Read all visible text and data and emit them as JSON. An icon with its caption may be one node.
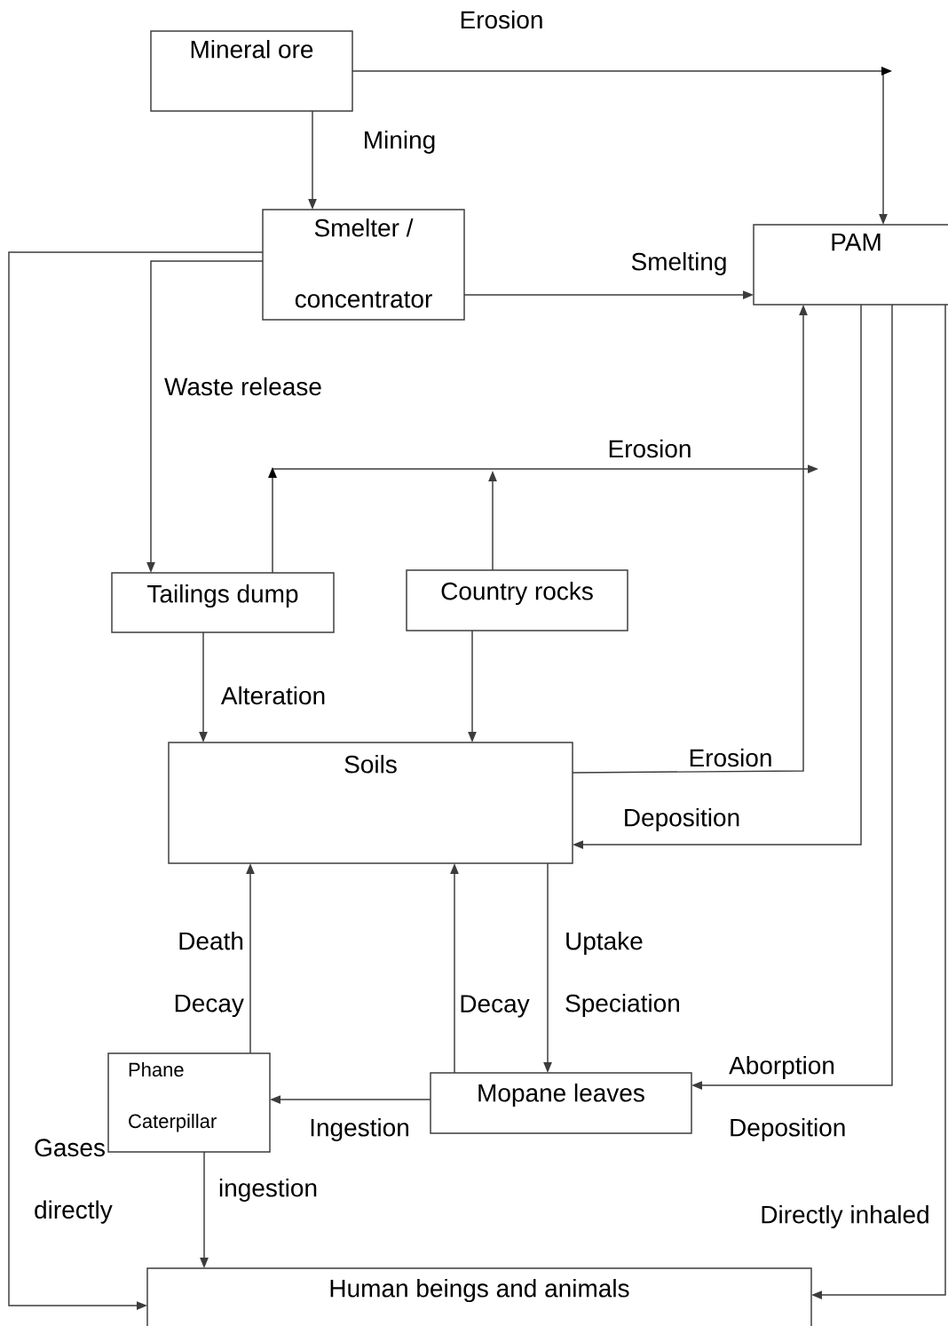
{
  "diagram": {
    "nodes": [
      {
        "text": [
          "Mineral ore"
        ]
      },
      {
        "text": [
          "Smelter / concentrator"
        ]
      },
      {
        "text": [
          "PAM"
        ]
      },
      {
        "text": [
          "Tailings dump"
        ]
      },
      {
        "text": [
          "Country rocks"
        ]
      },
      {
        "text": [
          "Soils"
        ]
      },
      {
        "text": [
          "Phane Caterpillar"
        ]
      },
      {
        "text": [
          "Mopane leaves"
        ]
      },
      {
        "text": [
          "Human beings and animals"
        ]
      }
    ],
    "edges": [
      {
        "from": 0,
        "to": 2,
        "arrow": "to",
        "label": "Erosion"
      },
      {
        "from": 0,
        "to": 1,
        "arrow": "to",
        "label": "Mining"
      },
      {
        "from": 1,
        "to": 2,
        "arrow": "to",
        "label": "Smelting"
      },
      {
        "from": 1,
        "to": 3,
        "arrow": "to",
        "label": "Waste release"
      },
      {
        "from": 1,
        "to": 8,
        "arrow": "to",
        "label": "Gases directly"
      },
      {
        "from": 3,
        "to": null,
        "arrow": "to",
        "label": "Erosion"
      },
      {
        "from": 4,
        "to": null,
        "arrow": "to"
      },
      {
        "from": 3,
        "to": 5,
        "arrow": "to",
        "label": "Alteration"
      },
      {
        "from": 4,
        "to": 5,
        "arrow": "to"
      },
      {
        "from": 5,
        "to": 2,
        "arrow": "to",
        "label": "Erosion"
      },
      {
        "from": 2,
        "to": 5,
        "arrow": "to",
        "label": "Deposition"
      },
      {
        "from": 5,
        "to": 7,
        "arrow": "to",
        "label": "Uptake Speciation"
      },
      {
        "from": 7,
        "to": 5,
        "arrow": "to",
        "label": "Decay"
      },
      {
        "from": 6,
        "to": 5,
        "arrow": "to",
        "label": "Death Decay"
      },
      {
        "from": 7,
        "to": 6,
        "arrow": "to",
        "label": "Ingestion"
      },
      {
        "from": 2,
        "to": 7,
        "arrow": "to",
        "label": "Aborption Deposition"
      },
      {
        "from": 2,
        "to": 8,
        "arrow": "to",
        "label": "Directly inhaled"
      },
      {
        "from": 6,
        "to": 8,
        "arrow": "to",
        "label": "ingestion"
      }
    ]
  }
}
